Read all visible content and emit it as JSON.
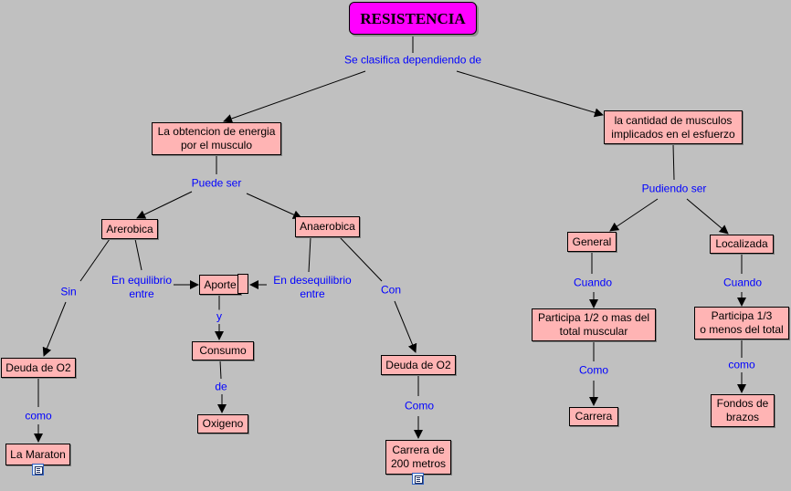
{
  "root": {
    "label": "RESISTENCIA",
    "color": "#ff00ff"
  },
  "colors": {
    "background": "#c0c0c0",
    "concept_fill": "#ffb4b4",
    "link_text": "#0000ff"
  },
  "concepts": {
    "obtencion": "La obtencion de energia\npor el musculo",
    "cantidad": "la cantidad de musculos\nimplicados en el esfuerzo",
    "arerobica": "Arerobica",
    "anaerobica": "Anaerobica",
    "aporte": "Aporte",
    "consumo": "Consumo",
    "oxigeno": "Oxigeno",
    "deuda1": "Deuda de O2",
    "maraton": "La Maraton",
    "deuda2": "Deuda de O2",
    "carrera200": "Carrera de\n200 metros",
    "general": "General",
    "localizada": "Localizada",
    "participa12": "Participa 1/2 o mas del\ntotal muscular",
    "participa13": "Participa 1/3\no menos del total",
    "carrera": "Carrera",
    "fondos": "Fondos de\nbrazos"
  },
  "links": {
    "clasifica": "Se clasifica dependiendo de",
    "puede_ser": "Puede ser",
    "pudiendo_ser": "Pudiendo ser",
    "sin": "Sin",
    "equilibrio": "En equilibrio\nentre",
    "desequilibrio": "En desequilibrio\nentre",
    "con": "Con",
    "y": "y",
    "de": "de",
    "como1": "como",
    "como2": "Como",
    "cuando1": "Cuando",
    "cuando2": "Cuando",
    "como3": "Como",
    "como4": "como"
  },
  "resources": [
    {
      "attached_to": "La Maraton",
      "icon": "resource-document-icon"
    },
    {
      "attached_to": "Carrera de 200 metros",
      "icon": "resource-document-icon"
    }
  ]
}
